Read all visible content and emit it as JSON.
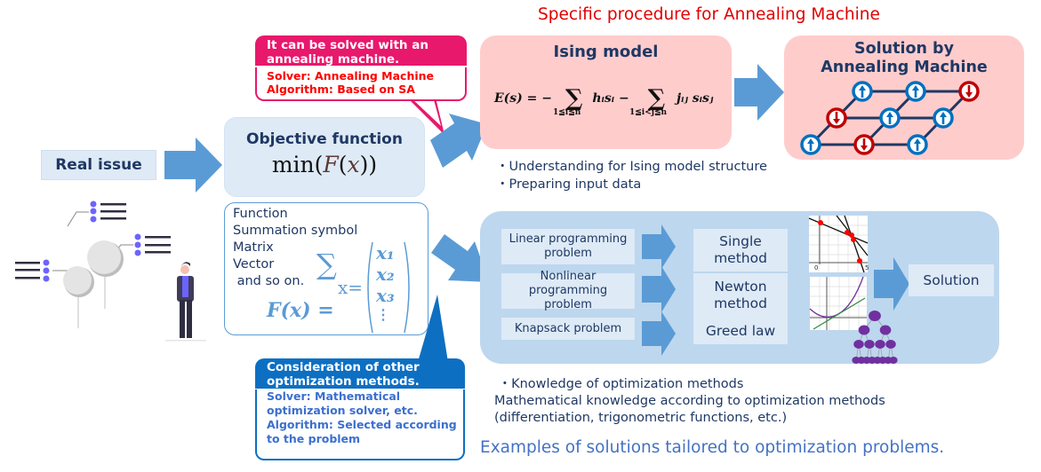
{
  "header": {
    "title": "Specific procedure for Annealing Machine",
    "title_color": "#e00000"
  },
  "real_issue": {
    "label": "Real issue",
    "illustration": "person-looking-at-tree-diagrams"
  },
  "objective_function": {
    "title": "Objective function",
    "formula": "min(F(x))",
    "formula_parts": {
      "fn": "min",
      "open": "(",
      "F": "F",
      "lp": "(",
      "x": "x",
      "rp": ")",
      "close": ")"
    }
  },
  "math_concepts": {
    "lines": [
      "Function",
      "Summation symbol",
      "Matrix",
      "Vector",
      " and so on."
    ],
    "sigma": "∑",
    "fx": "F(x) =",
    "vector_label": "x=",
    "vector_entries": [
      "x₁",
      "x₂",
      "x₃",
      "⋮"
    ]
  },
  "annealing_callout": {
    "heading": "It can be solved with an annealing machine.",
    "heading_lines": [
      "It can be solved with an",
      "annealing machine."
    ],
    "details": [
      "Solver: Annealing Machine",
      "Algorithm: Based on SA"
    ],
    "color": "#e8186c"
  },
  "ising_model": {
    "title": "Ising model",
    "equation": "E(s) = − ∑_{1≦i≦n} h_i s_i − ∑_{1≦i<j≦n} j_ij s_i s_j",
    "eq_parts": {
      "lhs": "E(s) = −",
      "sum": "∑",
      "term1": "hᵢsᵢ −",
      "term2": "jᵢⱼ sᵢsⱼ",
      "sub1": "1≦i≦n",
      "sub2": "1≦i<j≦n"
    }
  },
  "annealing_solution": {
    "title_lines": [
      "Solution by",
      "Annealing Machine"
    ],
    "spin_grid": [
      [
        "up",
        "up",
        "down"
      ],
      [
        "down",
        "up",
        "up"
      ],
      [
        "up",
        "down",
        "up"
      ]
    ],
    "up_color": "#0070c0",
    "down_color": "#c00000"
  },
  "ising_notes": [
    "・Understanding for Ising model structure",
    "・Preparing input data"
  ],
  "optimization_methods": {
    "rows": [
      {
        "problem": "Linear programming problem",
        "method": "Single method"
      },
      {
        "problem": "Nonlinear programming problem",
        "method": "Newton method"
      },
      {
        "problem": "Knapsack problem",
        "method": "Greed law"
      }
    ],
    "problem_lines": [
      [
        "Linear programming",
        "problem"
      ],
      [
        "Nonlinear programming",
        "problem"
      ],
      [
        "Knapsack problem"
      ]
    ],
    "method_lines": [
      [
        "Single",
        "method"
      ],
      [
        "Newton",
        "method"
      ],
      [
        "Greed law"
      ]
    ],
    "result_label": "Solution",
    "graph_tick_labels": [
      "0",
      "5"
    ]
  },
  "other_methods_callout": {
    "heading_lines": [
      "Consideration of other",
      "optimization methods."
    ],
    "details": [
      "Solver: Mathematical",
      "optimization solver, etc.",
      "Algorithm: Selected according",
      "to the problem"
    ],
    "color": "#0d6fc2"
  },
  "optimization_notes": [
    " ・Knowledge of optimization methods",
    "Mathematical knowledge according to optimization methods",
    "(differentiation, trigonometric functions, etc.)"
  ],
  "footer": {
    "title": "Examples of solutions tailored to optimization problems.",
    "color": "#4472c4"
  },
  "colors": {
    "arrow": "#5b9bd5",
    "light_blue_box": "#deeaf6",
    "panel_blue": "#bdd7ee",
    "pink_box": "#ffcccc",
    "text_navy": "#1f3864"
  }
}
